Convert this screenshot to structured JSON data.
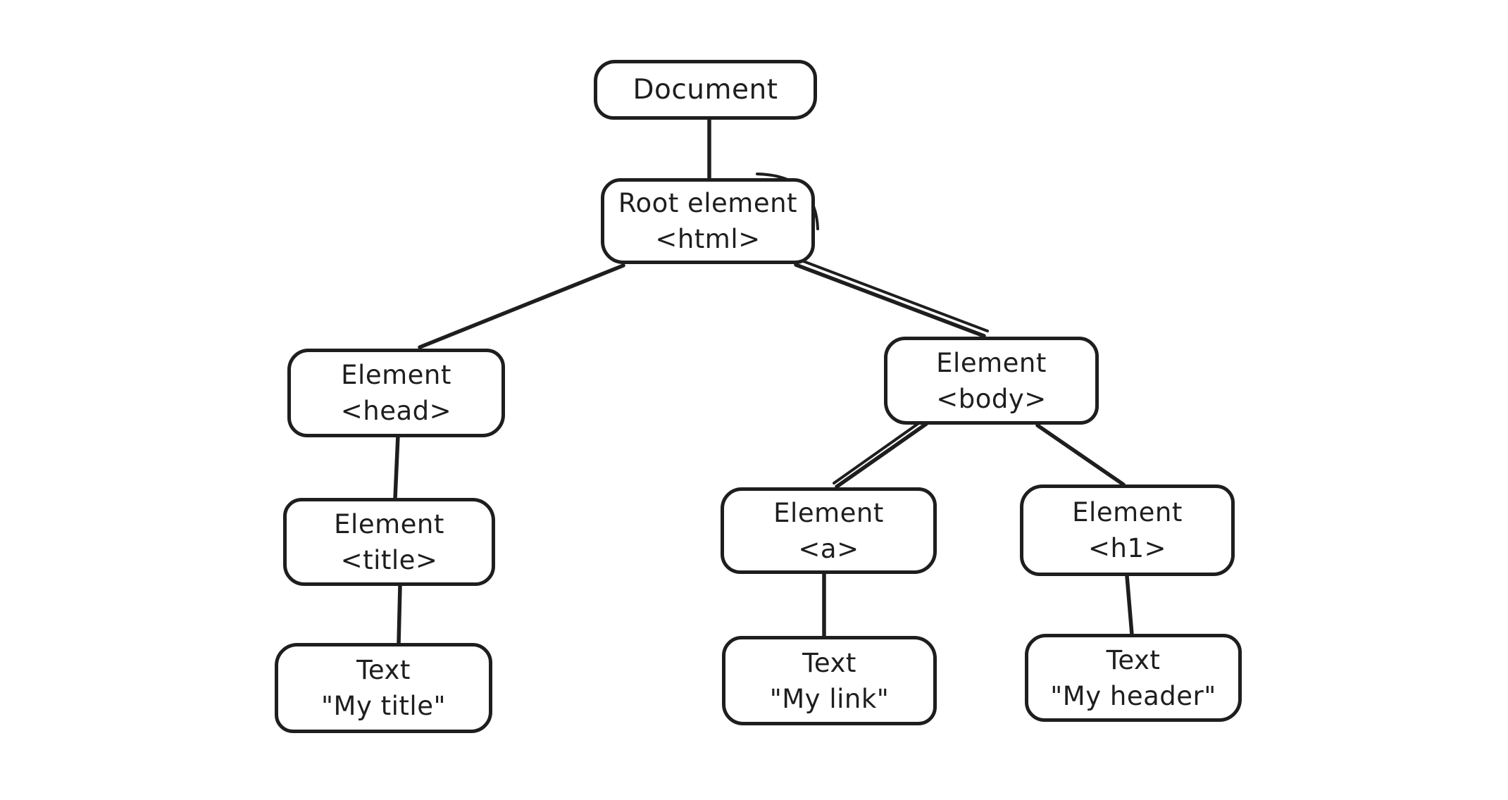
{
  "canvas": {
    "background": "#ffffff",
    "stroke_color": "#1e1e1e",
    "style": "hand-drawn tree diagram"
  },
  "diagram": {
    "type": "tree"
  },
  "nodes": {
    "document": {
      "label": "Document",
      "sublabel": ""
    },
    "html": {
      "label": "Root element",
      "sublabel": "<html>"
    },
    "head": {
      "label": "Element",
      "sublabel": "<head>"
    },
    "title": {
      "label": "Element",
      "sublabel": "<title>"
    },
    "title_text": {
      "label": "Text",
      "sublabel": "\"My title\""
    },
    "body": {
      "label": "Element",
      "sublabel": "<body>"
    },
    "a": {
      "label": "Element",
      "sublabel": "<a>"
    },
    "a_text": {
      "label": "Text",
      "sublabel": "\"My link\""
    },
    "h1": {
      "label": "Element",
      "sublabel": "<h1>"
    },
    "h1_text": {
      "label": "Text",
      "sublabel": "\"My header\""
    }
  },
  "edges": [
    {
      "from": "document",
      "to": "html"
    },
    {
      "from": "html",
      "to": "head"
    },
    {
      "from": "html",
      "to": "body"
    },
    {
      "from": "head",
      "to": "title"
    },
    {
      "from": "title",
      "to": "title_text"
    },
    {
      "from": "body",
      "to": "a"
    },
    {
      "from": "body",
      "to": "h1"
    },
    {
      "from": "a",
      "to": "a_text"
    },
    {
      "from": "h1",
      "to": "h1_text"
    }
  ]
}
